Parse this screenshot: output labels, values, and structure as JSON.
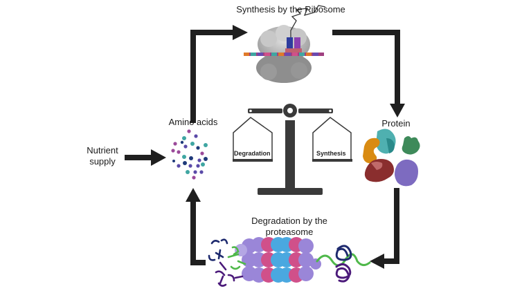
{
  "diagram": {
    "title": "Protein synthesis and degradation balance",
    "labels": {
      "synthesis_ribosome": "Synthesis by the Ribosome",
      "amino_acids": "Amino acids",
      "nutrient_line1": "Nutrient",
      "nutrient_line2": "supply",
      "protein": "Protein",
      "degradation_line1": "Degradation by the",
      "degradation_line2": "proteasome"
    },
    "balance": {
      "left_pan": "Degradation",
      "right_pan": "Synthesis"
    },
    "colors": {
      "arrow": "#1f1f1f",
      "scale": "#3a3a3a",
      "ribosome": "#b8b8b8",
      "trna_blue": "#2e3c9e",
      "trna_purple": "#8a3fb0",
      "amino_teal": "#3fa6a2",
      "amino_purple": "#9b4a9a",
      "amino_navy": "#1f3a7a",
      "amino_violet": "#5a4aa8",
      "protein_teal": "#4fb0b0",
      "protein_orange": "#d98b12",
      "protein_green": "#3e8a5a",
      "protein_maroon": "#8a2e2e",
      "protein_lavender": "#7d6bc0",
      "proteasome_violet": "#9a86d8",
      "proteasome_pink": "#d0508a",
      "proteasome_blue": "#4aa8e0",
      "chain_green": "#4fb84a",
      "chain_navy": "#1e2a6e",
      "chain_purple": "#4b1a7a"
    }
  }
}
